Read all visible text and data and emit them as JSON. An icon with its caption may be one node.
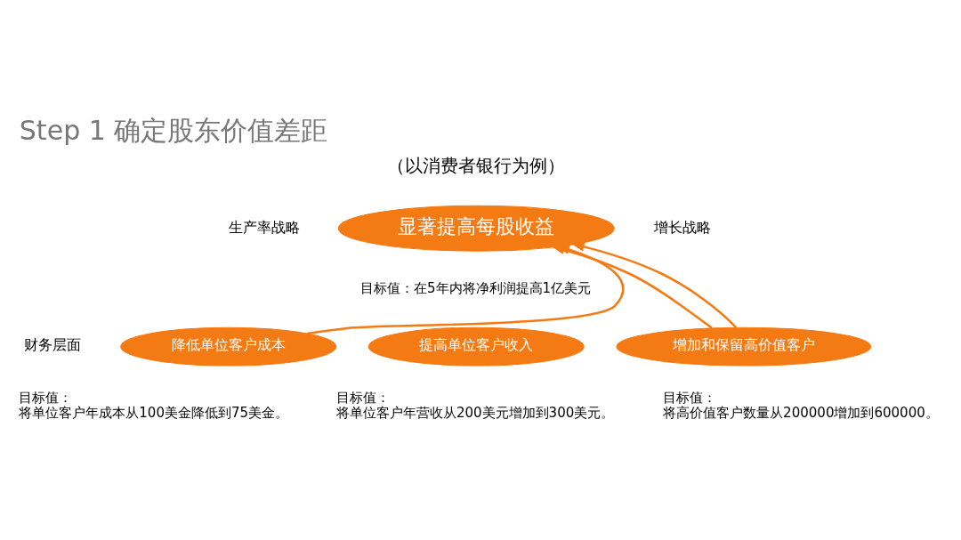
{
  "diagram": {
    "title": "Step 1 确定股东价值差距",
    "nodes": [
      {
        "text": [
          "显著提高每股收益"
        ],
        "beside": [
          "目标值：在5年内将净利润提高1亿美元"
        ]
      },
      {
        "text": [
          "降低单位客户成本"
        ],
        "beside": [
          "目标值：",
          "将单位客户年成本从100美金降低到75美金。"
        ]
      },
      {
        "text": [
          "提高单位客户收入"
        ],
        "beside": [
          "目标值：",
          "将单位客户年营收从200美元增加到300美元。"
        ]
      },
      {
        "text": [
          "增加和保留高价值客户"
        ],
        "beside": [
          "目标值：",
          "将高价值客户数量从200000增加到600000。"
        ]
      }
    ],
    "edges": [
      {
        "from": 1,
        "to": 0,
        "arrow": "to"
      },
      {
        "from": 3,
        "to": 0,
        "arrow": "to"
      },
      {
        "from": 3,
        "to": 0,
        "arrow": "to"
      }
    ],
    "labels": [
      "（以消费者银行为例）",
      "生产率战略",
      "增长战略",
      "财务层面"
    ]
  }
}
